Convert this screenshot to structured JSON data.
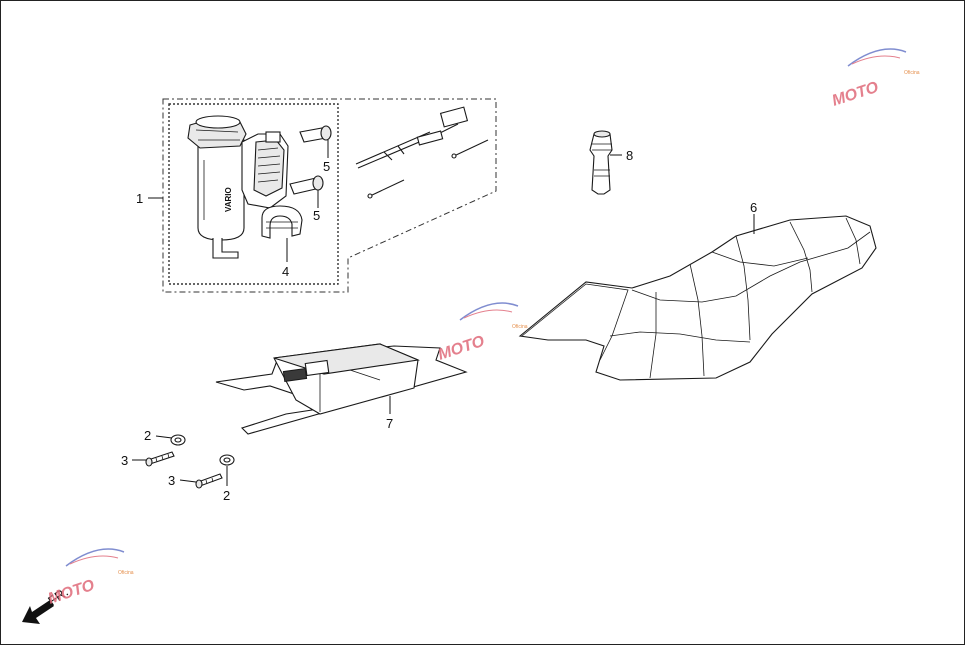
{
  "callouts": {
    "c1": "1",
    "c2a": "2",
    "c2b": "2",
    "c3a": "3",
    "c3b": "3",
    "c4": "4",
    "c5a": "5",
    "c5b": "5",
    "c6": "6",
    "c7": "7",
    "c8": "8"
  },
  "direction_label": "FR.",
  "bottle_label": "VARIO",
  "watermark": {
    "text": "MOTO",
    "subtext": "Oficina"
  },
  "colors": {
    "line": "#1a1a1a",
    "watermark_red": "#e06a7a",
    "watermark_orange": "#e07a2a",
    "watermark_blue": "#6a7ac8"
  }
}
